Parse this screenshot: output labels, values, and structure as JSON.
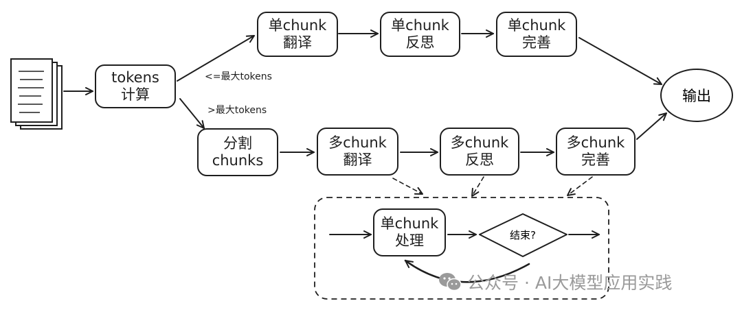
{
  "nodes": {
    "tokens_calc": {
      "line1": "tokens",
      "line2": "计算"
    },
    "single_translate": {
      "line1": "单chunk",
      "line2": "翻译"
    },
    "single_reflect": {
      "line1": "单chunk",
      "line2": "反思"
    },
    "single_improve": {
      "line1": "单chunk",
      "line2": "完善"
    },
    "output": {
      "label": "输出"
    },
    "split_chunks": {
      "line1": "分割",
      "line2": "chunks"
    },
    "multi_translate": {
      "line1": "多chunk",
      "line2": "翻译"
    },
    "multi_reflect": {
      "line1": "多chunk",
      "line2": "反思"
    },
    "multi_improve": {
      "line1": "多chunk",
      "line2": "完善"
    },
    "loop_process": {
      "line1": "单chunk",
      "line2": "处理"
    },
    "loop_decision": {
      "label": "结束?"
    }
  },
  "edge_labels": {
    "le_max": "<=最大tokens",
    "gt_max": ">最大tokens"
  },
  "watermark": {
    "text": "公众号 · AI大模型应用实践",
    "icon": "wechat-icon"
  }
}
